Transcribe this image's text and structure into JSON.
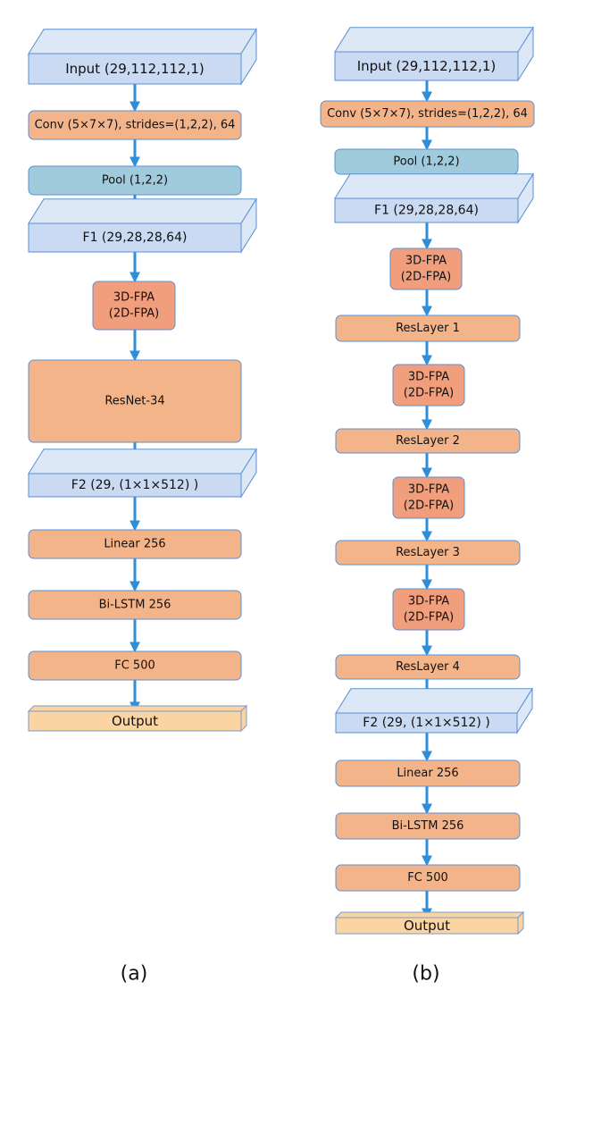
{
  "panel_a": {
    "caption": "(a)",
    "nodes": [
      {
        "name": "input-block",
        "kind": "cuboid",
        "lines": [
          "Input (29,112,112,1)"
        ]
      },
      {
        "name": "conv-block",
        "kind": "box",
        "lines": [
          "Conv (5×7×7), strides=(1,2,2), 64"
        ]
      },
      {
        "name": "pool-block",
        "kind": "pool",
        "lines": [
          "Pool (1,2,2)"
        ]
      },
      {
        "name": "f1-block",
        "kind": "cuboid",
        "lines": [
          "F1 (29,28,28,64)"
        ]
      },
      {
        "name": "fpa-block",
        "kind": "fpa",
        "lines": [
          "3D-FPA",
          "(2D-FPA)"
        ]
      },
      {
        "name": "resnet-block",
        "kind": "box",
        "lines": [
          "ResNet-34"
        ]
      },
      {
        "name": "f2-block",
        "kind": "cuboid",
        "lines": [
          "F2 (29, (1×1×512) )"
        ]
      },
      {
        "name": "linear-block",
        "kind": "box",
        "lines": [
          "Linear  256"
        ]
      },
      {
        "name": "bilstm-block",
        "kind": "box",
        "lines": [
          "Bi-LSTM  256"
        ]
      },
      {
        "name": "fc-block",
        "kind": "box",
        "lines": [
          "FC 500"
        ]
      },
      {
        "name": "output-block",
        "kind": "output",
        "lines": [
          "Output"
        ]
      }
    ]
  },
  "panel_b": {
    "caption": "(b)",
    "nodes": [
      {
        "name": "input-block",
        "kind": "cuboid",
        "lines": [
          "Input (29,112,112,1)"
        ]
      },
      {
        "name": "conv-block",
        "kind": "box",
        "lines": [
          "Conv (5×7×7), strides=(1,2,2), 64"
        ]
      },
      {
        "name": "pool-block",
        "kind": "pool",
        "lines": [
          "Pool (1,2,2)"
        ]
      },
      {
        "name": "f1-block",
        "kind": "cuboid",
        "lines": [
          "F1 (29,28,28,64)"
        ]
      },
      {
        "name": "fpa-block-1",
        "kind": "fpa",
        "lines": [
          "3D-FPA",
          "(2D-FPA)"
        ]
      },
      {
        "name": "reslayer-1-block",
        "kind": "box",
        "lines": [
          "ResLayer 1"
        ]
      },
      {
        "name": "fpa-block-2",
        "kind": "fpa",
        "lines": [
          "3D-FPA",
          "(2D-FPA)"
        ]
      },
      {
        "name": "reslayer-2-block",
        "kind": "box",
        "lines": [
          "ResLayer 2"
        ]
      },
      {
        "name": "fpa-block-3",
        "kind": "fpa",
        "lines": [
          "3D-FPA",
          "(2D-FPA)"
        ]
      },
      {
        "name": "reslayer-3-block",
        "kind": "box",
        "lines": [
          "ResLayer 3"
        ]
      },
      {
        "name": "fpa-block-4",
        "kind": "fpa",
        "lines": [
          "3D-FPA",
          "(2D-FPA)"
        ]
      },
      {
        "name": "reslayer-4-block",
        "kind": "box",
        "lines": [
          "ResLayer 4"
        ]
      },
      {
        "name": "f2-block",
        "kind": "cuboid",
        "lines": [
          "F2 (29, (1×1×512) )"
        ]
      },
      {
        "name": "linear-block",
        "kind": "box",
        "lines": [
          "Linear  256"
        ]
      },
      {
        "name": "bilstm-block",
        "kind": "box",
        "lines": [
          "Bi-LSTM  256"
        ]
      },
      {
        "name": "fc-block",
        "kind": "box",
        "lines": [
          "FC 500"
        ]
      },
      {
        "name": "output-block",
        "kind": "output",
        "lines": [
          "Output"
        ]
      }
    ]
  },
  "colors": {
    "cuboid_fill": "#c9daf2",
    "cuboid_side": "#dde8f7",
    "cuboid_stroke": "#5b8fd4",
    "box_fill": "#f4b48a",
    "box_stroke": "#5b8fd4",
    "fpa_fill": "#f19e7c",
    "pool_fill": "#9fcbdc",
    "output_fill": "#fbd4a3",
    "output_stroke": "#7a9cc8",
    "arrow": "#2e8ed8"
  }
}
